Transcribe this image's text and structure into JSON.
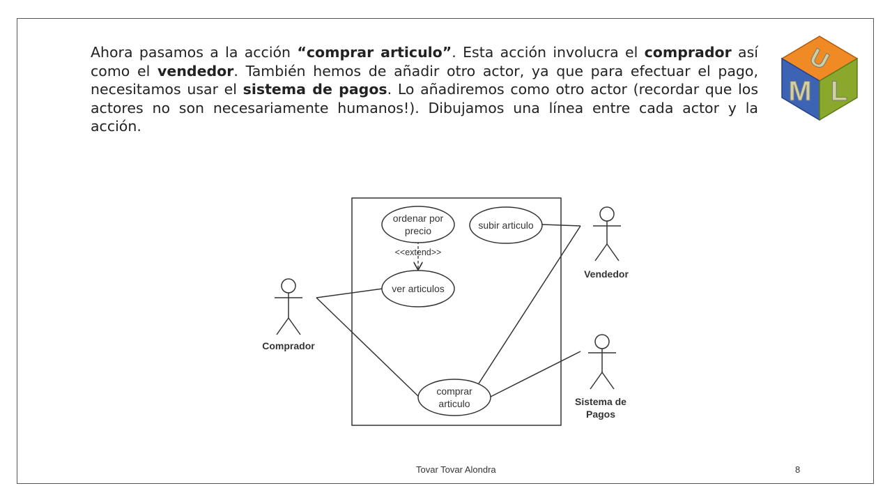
{
  "slide": {
    "paragraph": [
      {
        "text": "Ahora pasamos a la acción ",
        "bold": false
      },
      {
        "text": "“comprar articulo”",
        "bold": true
      },
      {
        "text": ". Esta acción involucra el ",
        "bold": false
      },
      {
        "text": "comprador",
        "bold": true
      },
      {
        "text": " así como el ",
        "bold": false
      },
      {
        "text": "vendedor",
        "bold": true
      },
      {
        "text": ". También hemos de añadir otro actor, ya que para efectuar el pago, necesitamos usar el ",
        "bold": false
      },
      {
        "text": "sistema de pagos",
        "bold": true
      },
      {
        "text": ". Lo añadiremos como otro actor (recordar que los actores no son necesariamente humanos!). Dibujamos una línea entre cada actor y la acción.",
        "bold": false
      }
    ],
    "footer_author": "Tovar Tovar Alondra",
    "page_number": "8"
  },
  "logo": {
    "letters": [
      "U",
      "M",
      "L"
    ],
    "colors": {
      "top": "#f08a24",
      "left": "#3d63b5",
      "right": "#8aa82c",
      "letter_fill": "#cfcfa0"
    }
  },
  "diagram": {
    "use_cases": {
      "ordenar": [
        "ordenar por",
        "precio"
      ],
      "subir": [
        "subir articulo"
      ],
      "ver": [
        "ver articulos"
      ],
      "comprar": [
        "comprar",
        "articulo"
      ]
    },
    "extend_label": "<<extend>>",
    "actors": {
      "comprador": [
        "Comprador"
      ],
      "vendedor": [
        "Vendedor"
      ],
      "sistema": [
        "Sistema de",
        "Pagos"
      ]
    }
  }
}
